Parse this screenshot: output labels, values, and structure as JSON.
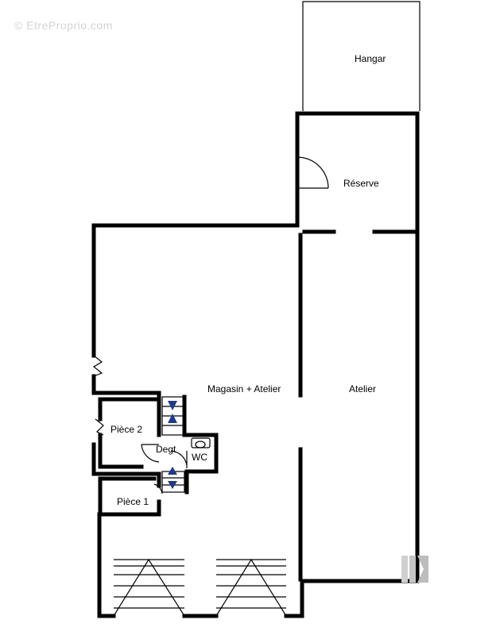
{
  "watermark": {
    "text": "© EtreProprio.com"
  },
  "rooms": {
    "hangar": "Hangar",
    "reserve": "Réserve",
    "magasin": "Magasin + Atelier",
    "atelier": "Atelier",
    "piece2": "Pièce 2",
    "piece1": "Pièce 1",
    "degt": "Degt",
    "wc": "WC"
  },
  "colors": {
    "wall": "#000000",
    "stair_arrow": "#1f3a8a",
    "watermark": "#d3d3d3"
  },
  "icons": [
    "stair-arrow-icon",
    "toilet-icon",
    "brand-logo-icon"
  ]
}
